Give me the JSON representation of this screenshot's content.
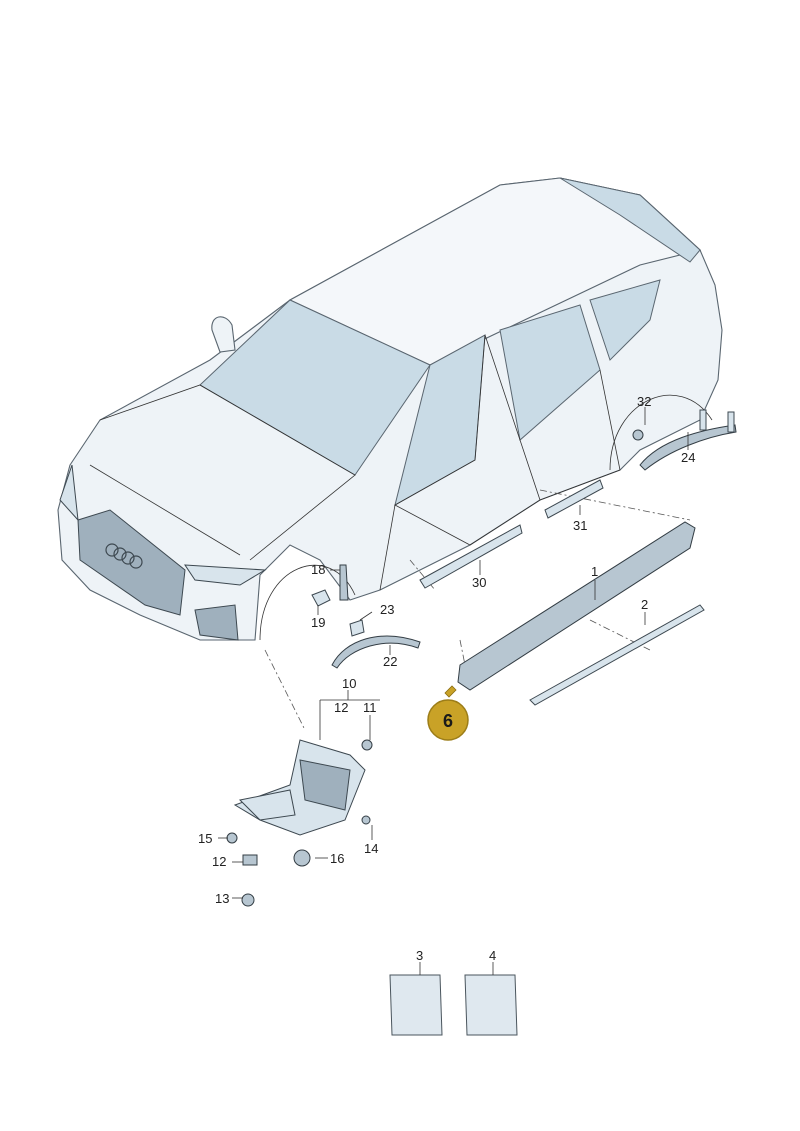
{
  "diagram": {
    "callouts": {
      "c1": "1",
      "c2": "2",
      "c3": "3",
      "c4": "4",
      "c10": "10",
      "c11": "11",
      "c12a": "12",
      "c12b": "12",
      "c13": "13",
      "c14": "14",
      "c15": "15",
      "c16": "16",
      "c18": "18",
      "c19": "19",
      "c22": "22",
      "c23": "23",
      "c24": "24",
      "c30": "30",
      "c31": "31",
      "c32": "32"
    },
    "badge": {
      "label": "6",
      "color": "#c9a227"
    },
    "colors": {
      "body": "#eef3f7",
      "glass": "#c9dbe6",
      "part": "#d8e4ec",
      "line": "#3d4850"
    }
  }
}
